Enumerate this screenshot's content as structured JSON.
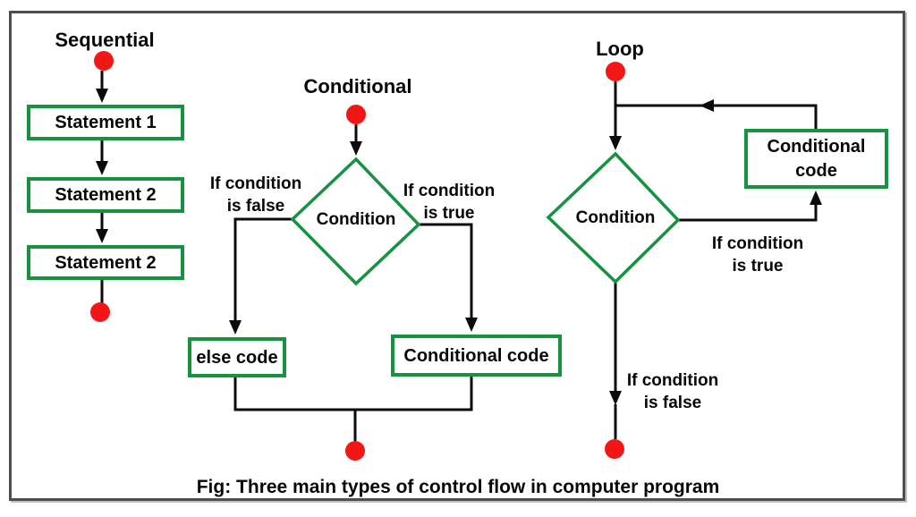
{
  "figure": {
    "caption": "Fig: Three main types of control flow in computer program"
  },
  "sequential": {
    "title": "Sequential",
    "box1": "Statement 1",
    "box2": "Statement 2",
    "box3": "Statement 2"
  },
  "conditional": {
    "title": "Conditional",
    "condition": "Condition",
    "false_line1": "If condition",
    "false_line2": "is false",
    "true_line1": "If condition",
    "true_line2": "is true",
    "else_box": "else code",
    "code_box": "Conditional code"
  },
  "loop": {
    "title": "Loop",
    "condition": "Condition",
    "code_line1": "Conditional",
    "code_line2": "code",
    "true_line1": "If condition",
    "true_line2": "is true",
    "false_line1": "If condition",
    "false_line2": "is false"
  },
  "colors": {
    "green": "#169241",
    "red": "#f31616",
    "line": "#0b0b0b",
    "frame": "#4e4e4e"
  }
}
